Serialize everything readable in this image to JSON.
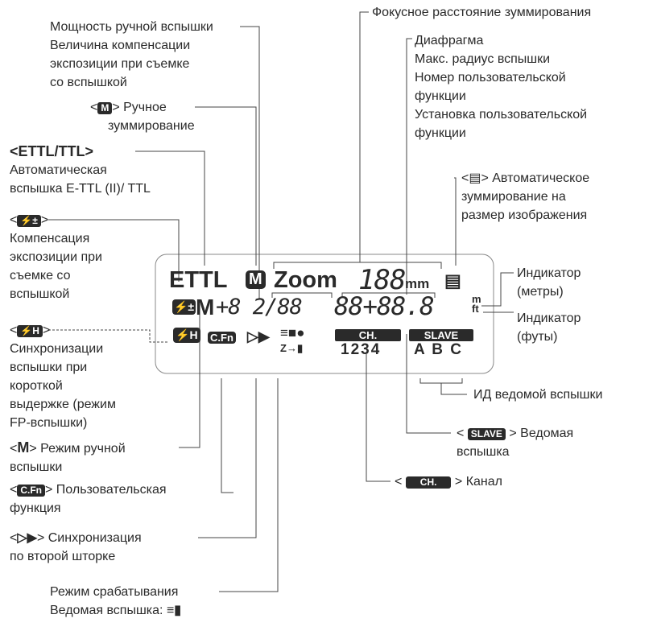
{
  "labels": {
    "manual_power": [
      "Мощность ручной вспышки",
      "Величина компенсации",
      "экспозиции при съемке",
      "со вспышкой"
    ],
    "manual_zoom_prefix": "<",
    "manual_zoom_suffix": "> Ручное",
    "manual_zoom_2": "зуммирование",
    "ettl": [
      "<ETTL/TTL>",
      "Автоматическая",
      "вспышка E-TTL (II)/ TTL"
    ],
    "fec": [
      "Компенсация",
      "экспозиции при",
      "съемке со",
      "вспышкой"
    ],
    "fp": [
      "Синхронизации",
      "вспышки при",
      "короткой",
      "выдержке (режим",
      "FP-вспышки)"
    ],
    "manual_mode": [
      "> Режим ручной",
      "вспышки"
    ],
    "cfn": [
      "> Пользовательская",
      "функция"
    ],
    "rear": [
      "> Синхронизация",
      "по второй шторке"
    ],
    "firing": [
      "Режим срабатывания",
      "Ведомая вспышка:"
    ],
    "focal": "Фокусное расстояние зуммирования",
    "aperture": [
      "Диафрагма",
      "Макс. радиус вспышки",
      "Номер пользовательской",
      "функции",
      "Установка пользовательской",
      "функции"
    ],
    "auto_zoom": [
      "> Автоматическое",
      "зуммирование на",
      "размер изображения"
    ],
    "meters": [
      "Индикатор",
      "(метры)"
    ],
    "feet": [
      "Индикатор",
      "(футы)"
    ],
    "slave_id": "ИД ведомой вспышки",
    "slave": [
      "> Ведомая",
      "вспышка"
    ],
    "channel": "> Канал"
  },
  "lcd": {
    "ettl": "ETTL",
    "m_badge": "M",
    "zoom": "Zoom",
    "zoom_value": "188",
    "mm": "mm",
    "m": "M",
    "comp": "+8 2/88",
    "dist": "88+88.8",
    "unit_m": "m",
    "unit_ft": "ft",
    "cfn": "C.Fn",
    "ch": "CH.",
    "channels": "1234",
    "slave": "SLAVE",
    "groups": "A B C",
    "fh": "H"
  }
}
